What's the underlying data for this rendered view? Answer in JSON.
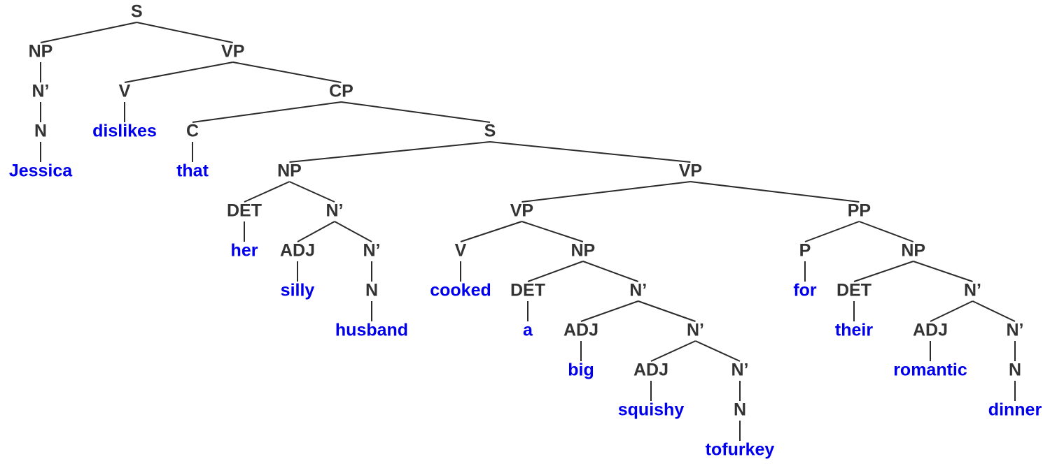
{
  "colors": {
    "category": "#333333",
    "word": "#0000ee",
    "line": "#2b2b2b"
  },
  "tree": {
    "label": "S",
    "children": [
      {
        "label": "NP",
        "children": [
          {
            "label": "N’",
            "children": [
              {
                "label": "N",
                "children": [
                  {
                    "label": "Jessica",
                    "word": true
                  }
                ]
              }
            ]
          }
        ]
      },
      {
        "label": "VP",
        "children": [
          {
            "label": "V",
            "children": [
              {
                "label": "dislikes",
                "word": true
              }
            ]
          },
          {
            "label": "CP",
            "children": [
              {
                "label": "C",
                "children": [
                  {
                    "label": "that",
                    "word": true
                  }
                ]
              },
              {
                "label": "S",
                "children": [
                  {
                    "label": "NP",
                    "children": [
                      {
                        "label": "DET",
                        "children": [
                          {
                            "label": "her",
                            "word": true
                          }
                        ]
                      },
                      {
                        "label": "N’",
                        "children": [
                          {
                            "label": "ADJ",
                            "children": [
                              {
                                "label": "silly",
                                "word": true
                              }
                            ]
                          },
                          {
                            "label": "N’",
                            "children": [
                              {
                                "label": "N",
                                "children": [
                                  {
                                    "label": "husband",
                                    "word": true
                                  }
                                ]
                              }
                            ]
                          }
                        ]
                      }
                    ]
                  },
                  {
                    "label": "VP",
                    "children": [
                      {
                        "label": "VP",
                        "children": [
                          {
                            "label": "V",
                            "children": [
                              {
                                "label": "cooked",
                                "word": true
                              }
                            ]
                          },
                          {
                            "label": "NP",
                            "children": [
                              {
                                "label": "DET",
                                "children": [
                                  {
                                    "label": "a",
                                    "word": true
                                  }
                                ]
                              },
                              {
                                "label": "N’",
                                "children": [
                                  {
                                    "label": "ADJ",
                                    "children": [
                                      {
                                        "label": "big",
                                        "word": true
                                      }
                                    ]
                                  },
                                  {
                                    "label": "N’",
                                    "children": [
                                      {
                                        "label": "ADJ",
                                        "children": [
                                          {
                                            "label": "squishy",
                                            "word": true
                                          }
                                        ]
                                      },
                                      {
                                        "label": "N’",
                                        "children": [
                                          {
                                            "label": "N",
                                            "children": [
                                              {
                                                "label": "tofurkey",
                                                "word": true
                                              }
                                            ]
                                          }
                                        ]
                                      }
                                    ]
                                  }
                                ]
                              }
                            ]
                          }
                        ]
                      },
                      {
                        "label": "PP",
                        "children": [
                          {
                            "label": "P",
                            "children": [
                              {
                                "label": "for",
                                "word": true
                              }
                            ]
                          },
                          {
                            "label": "NP",
                            "children": [
                              {
                                "label": "DET",
                                "children": [
                                  {
                                    "label": "their",
                                    "word": true
                                  }
                                ]
                              },
                              {
                                "label": "N’",
                                "children": [
                                  {
                                    "label": "ADJ",
                                    "children": [
                                      {
                                        "label": "romantic",
                                        "word": true
                                      }
                                    ]
                                  },
                                  {
                                    "label": "N’",
                                    "children": [
                                      {
                                        "label": "N",
                                        "children": [
                                          {
                                            "label": "dinner",
                                            "word": true
                                          }
                                        ]
                                      }
                                    ]
                                  }
                                ]
                              }
                            ]
                          }
                        ]
                      }
                    ]
                  }
                ]
              }
            ]
          }
        ]
      }
    ]
  }
}
